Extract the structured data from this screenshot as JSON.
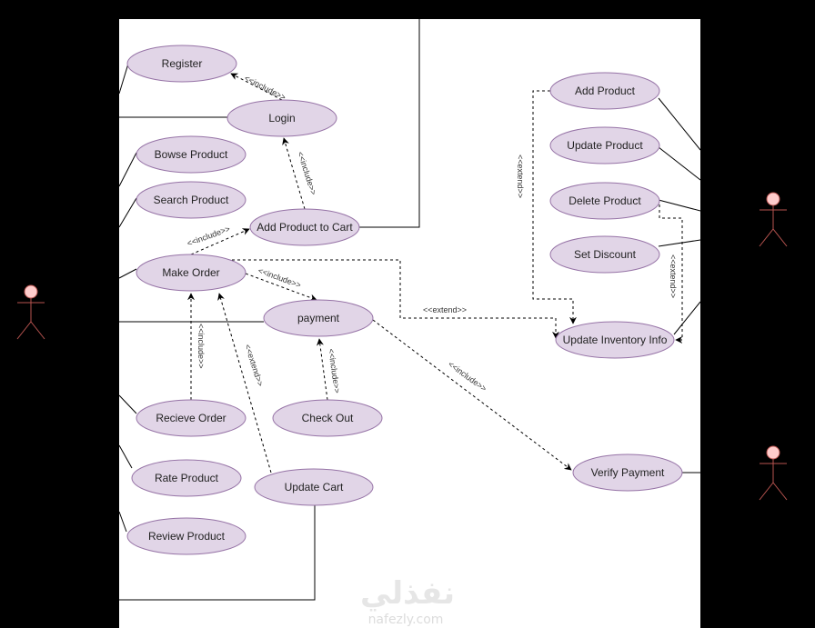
{
  "diagram": {
    "type": "use-case",
    "colors": {
      "background": "#000000",
      "system_box": "#ffffff",
      "use_case_fill": "#e1d5e7",
      "use_case_stroke": "#9673a6",
      "actor_head": "#ffcccc",
      "actor_stroke": "#b85450"
    },
    "actors": [
      {
        "id": "actor-customer",
        "label": ""
      },
      {
        "id": "actor-admin",
        "label": ""
      },
      {
        "id": "actor-payment-system",
        "label": ""
      }
    ],
    "use_cases": [
      {
        "id": "register",
        "label": "Register"
      },
      {
        "id": "login",
        "label": "Login"
      },
      {
        "id": "browse-product",
        "label": "Bowse Product"
      },
      {
        "id": "search-product",
        "label": "Search Product"
      },
      {
        "id": "add-to-cart",
        "label": "Add Product to Cart"
      },
      {
        "id": "make-order",
        "label": "Make Order"
      },
      {
        "id": "payment",
        "label": "payment"
      },
      {
        "id": "receive-order",
        "label": "Recieve Order"
      },
      {
        "id": "check-out",
        "label": "Check Out"
      },
      {
        "id": "rate-product",
        "label": "Rate Product"
      },
      {
        "id": "update-cart",
        "label": "Update Cart"
      },
      {
        "id": "review-product",
        "label": "Review Product"
      },
      {
        "id": "add-product",
        "label": "Add Product"
      },
      {
        "id": "update-product",
        "label": "Update Product"
      },
      {
        "id": "delete-product",
        "label": "Delete Product"
      },
      {
        "id": "set-discount",
        "label": "Set Discount"
      },
      {
        "id": "update-inventory",
        "label": "Update Inventory Info"
      },
      {
        "id": "verify-payment",
        "label": "Verify Payment"
      }
    ],
    "relations": [
      {
        "from": "login",
        "to": "register",
        "type": "include",
        "label": "<<include>>"
      },
      {
        "from": "add-to-cart",
        "to": "login",
        "type": "include",
        "label": "<<include>>"
      },
      {
        "from": "make-order",
        "to": "add-to-cart",
        "type": "include",
        "label": "<<include>>"
      },
      {
        "from": "make-order",
        "to": "payment",
        "type": "include",
        "label": "<<include>>"
      },
      {
        "from": "receive-order",
        "to": "make-order",
        "type": "include",
        "label": "<<include>>"
      },
      {
        "from": "update-cart",
        "to": "make-order",
        "type": "extend",
        "label": "<<extend>>"
      },
      {
        "from": "check-out",
        "to": "payment",
        "type": "include",
        "label": "<<include>>"
      },
      {
        "from": "payment",
        "to": "verify-payment",
        "type": "include",
        "label": "<<include>>"
      },
      {
        "from": "make-order",
        "to": "update-inventory",
        "type": "extend",
        "label": "<<extend>>"
      },
      {
        "from": "add-product",
        "to": "update-inventory",
        "type": "extend",
        "label": "<<extend>>"
      },
      {
        "from": "delete-product",
        "to": "update-inventory",
        "type": "extend",
        "label": "<<extend>>"
      }
    ],
    "watermark": {
      "arabic": "نفذلي",
      "latin": "nafezly.com"
    }
  }
}
